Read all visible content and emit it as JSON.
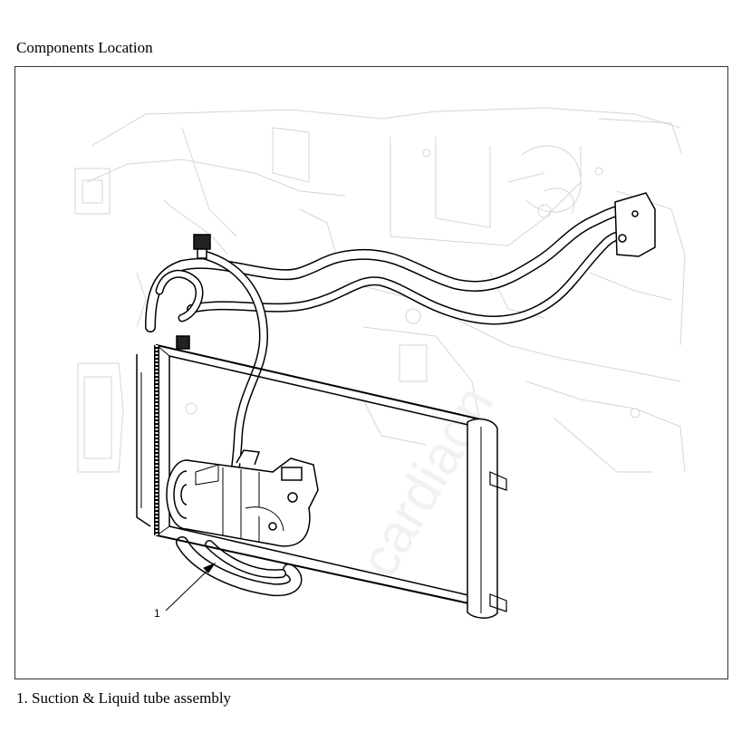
{
  "page": {
    "heading": "Components Location",
    "caption": "1. Suction & Liquid tube assembly"
  },
  "figure": {
    "callouts": [
      {
        "label": "1"
      }
    ],
    "watermark": "cardiagn"
  }
}
